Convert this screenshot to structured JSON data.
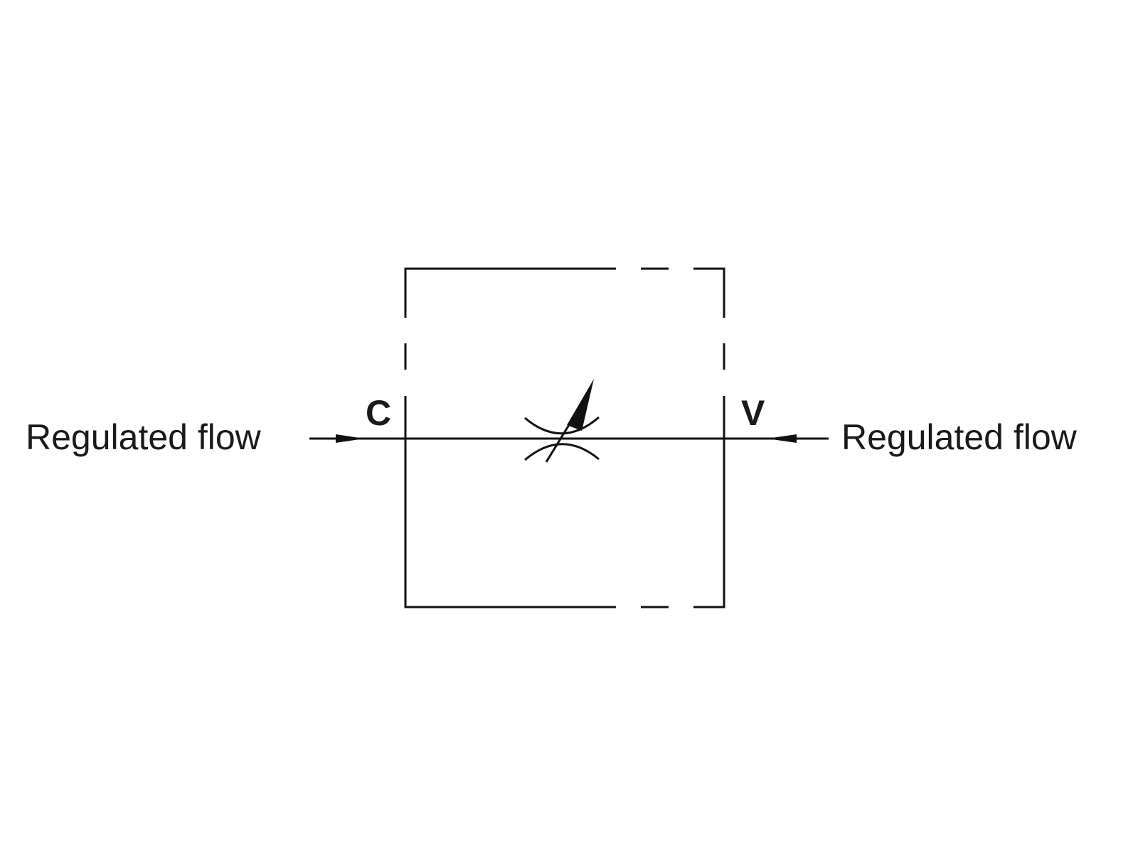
{
  "labels": {
    "left_flow": "Regulated flow",
    "right_flow": "Regulated flow",
    "port_c": "C",
    "port_v": "V"
  },
  "colors": {
    "line": "#111111",
    "background": "#ffffff"
  }
}
